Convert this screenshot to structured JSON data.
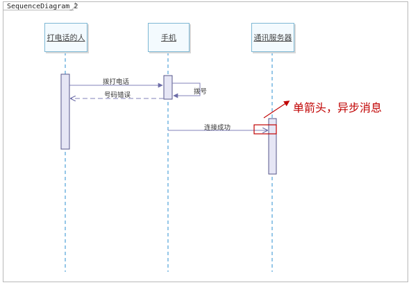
{
  "frame": {
    "title": "SequenceDiagram_2"
  },
  "lifelines": [
    {
      "name": "打电话的人"
    },
    {
      "name": "手机"
    },
    {
      "name": "通讯服务器"
    }
  ],
  "messages": [
    {
      "label": "拨打电话",
      "from": "打电话的人",
      "to": "手机",
      "kind": "synchronous"
    },
    {
      "label": "拨号",
      "from": "手机",
      "to": "手机",
      "kind": "self"
    },
    {
      "label": "号码错误",
      "from": "手机",
      "to": "打电话的人",
      "kind": "return"
    },
    {
      "label": "连接成功",
      "from": "手机",
      "to": "通讯服务器",
      "kind": "asynchronous"
    }
  ],
  "annotation": {
    "text": "单箭头，异步消息",
    "color": "#c00000"
  },
  "colors": {
    "lifeline": "#2b8fd0",
    "activation_fill": "#e6e6f5",
    "activation_border": "#55558a",
    "message": "#8080b8"
  }
}
